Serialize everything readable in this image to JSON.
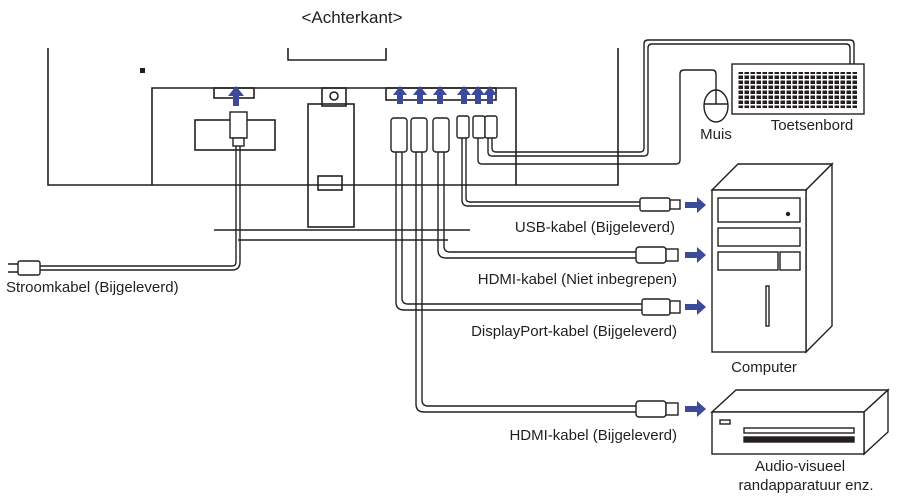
{
  "title": "<Achterkant>",
  "labels": {
    "mouse": "Muis",
    "keyboard": "Toetsenbord",
    "usb_cable": "USB-kabel (Bijgeleverd)",
    "hdmi_cable_not_included": "HDMI-kabel (Niet inbegrepen)",
    "displayport_cable": "DisplayPort-kabel (Bijgeleverd)",
    "hdmi_cable_included": "HDMI-kabel (Bijgeleverd)",
    "power_cable": "Stroomkabel (Bijgeleverd)",
    "computer": "Computer",
    "av_device_line1": "Audio-visueel",
    "av_device_line2": "randapparatuur enz."
  },
  "colors": {
    "arrow": "#3b4a9a",
    "line": "#231f20"
  }
}
